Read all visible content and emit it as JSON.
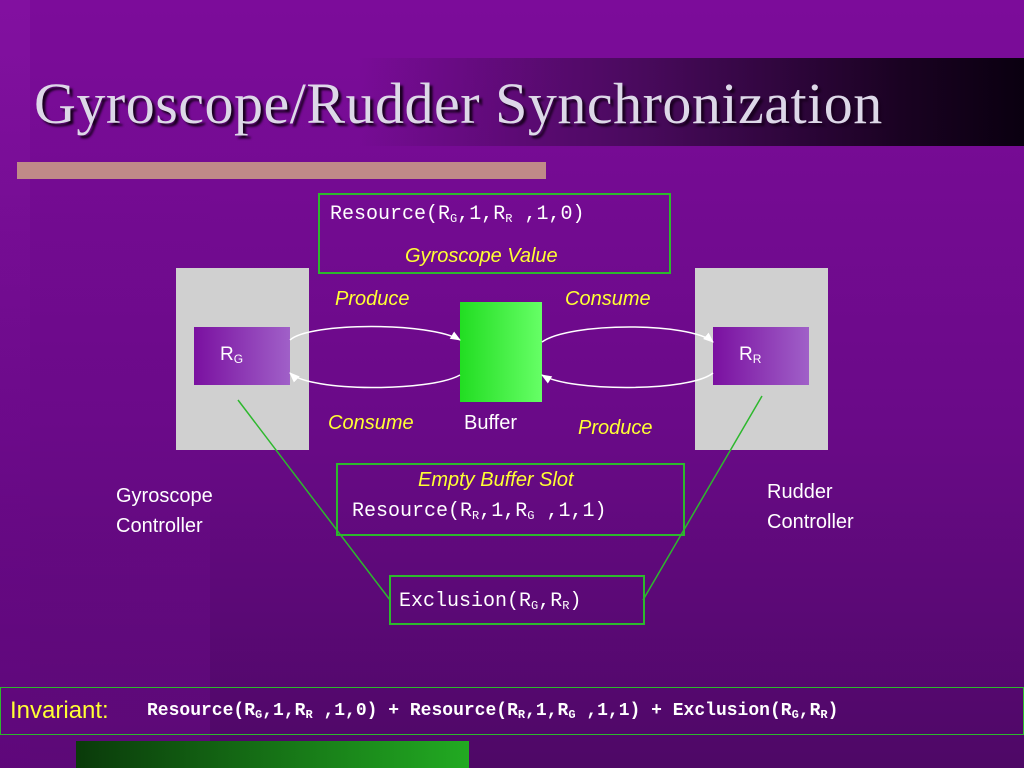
{
  "slide": {
    "title": "Gyroscope/Rudder Synchronization"
  },
  "top_box": {
    "resource_prefix": "Resource(R",
    "sub1": "G",
    "mid": ",1,R",
    "sub2": "R",
    "suffix": " ,1,0)",
    "caption": "Gyroscope Value"
  },
  "gyro": {
    "res_letter": "R",
    "res_sub": "G",
    "controller_line1": "Gyroscope",
    "controller_line2": "Controller"
  },
  "rudder": {
    "res_letter": "R",
    "res_sub": "R",
    "controller_line1": "Rudder",
    "controller_line2": "Controller"
  },
  "flows": {
    "produce_top": "Produce",
    "consume_top": "Consume",
    "consume_bottom": "Consume",
    "produce_bottom": "Produce"
  },
  "buffer": {
    "label": "Buffer"
  },
  "mid_box": {
    "caption": "Empty Buffer Slot",
    "resource_prefix": "Resource(R",
    "sub1": "R",
    "mid": ",1,R",
    "sub2": "G",
    "suffix": " ,1,1)"
  },
  "exclusion_box": {
    "prefix": "Exclusion(R",
    "sub1": "G",
    "mid": ",R",
    "sub2": "R",
    "suffix": ")"
  },
  "invariant": {
    "label": "Invariant:",
    "p1": "Resource(R",
    "s1": "G",
    "p2": ",1,R",
    "s2": "R",
    "p3": " ,1,0) + Resource(R",
    "s3": "R",
    "p4": ",1,R",
    "s4": "G",
    "p5": " ,1,1) + Exclusion(R",
    "s5": "G",
    "p6": ",R",
    "s6": "R",
    "p7": ")"
  },
  "colors": {
    "background": "#7a0a98",
    "accent_yellow": "#ffff33",
    "box_border_green": "#2db82d",
    "buffer_green": "#33ee33",
    "title_rule": "#c08a88",
    "panel_gray": "#d0d0d0"
  }
}
